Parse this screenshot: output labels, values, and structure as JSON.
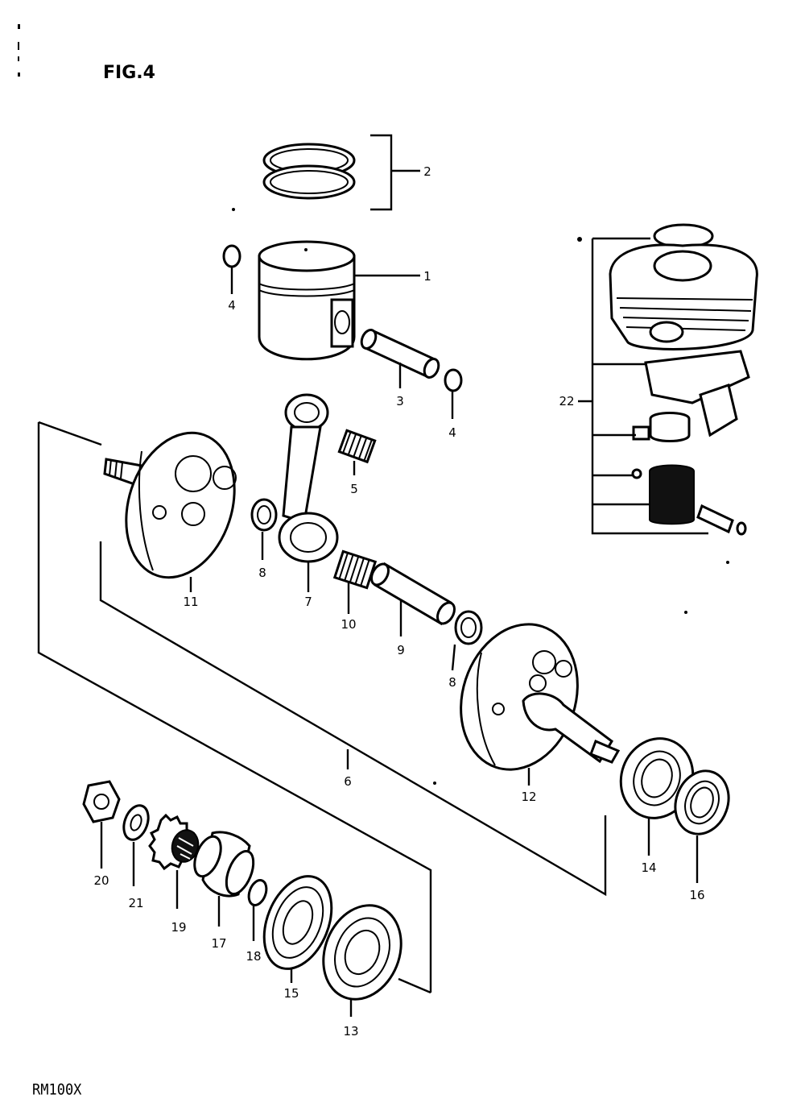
{
  "figure": {
    "title": "FIG.4",
    "model": "RM100X"
  },
  "callouts": {
    "c1": "1",
    "c2": "2",
    "c3": "3",
    "c4a": "4",
    "c4b": "4",
    "c5": "5",
    "c6": "6",
    "c7": "7",
    "c8a": "8",
    "c8b": "8",
    "c9": "9",
    "c10": "10",
    "c11": "11",
    "c12": "12",
    "c13": "13",
    "c14": "14",
    "c15": "15",
    "c16": "16",
    "c17": "17",
    "c18": "18",
    "c19": "19",
    "c20": "20",
    "c21": "21",
    "c22": "22"
  }
}
